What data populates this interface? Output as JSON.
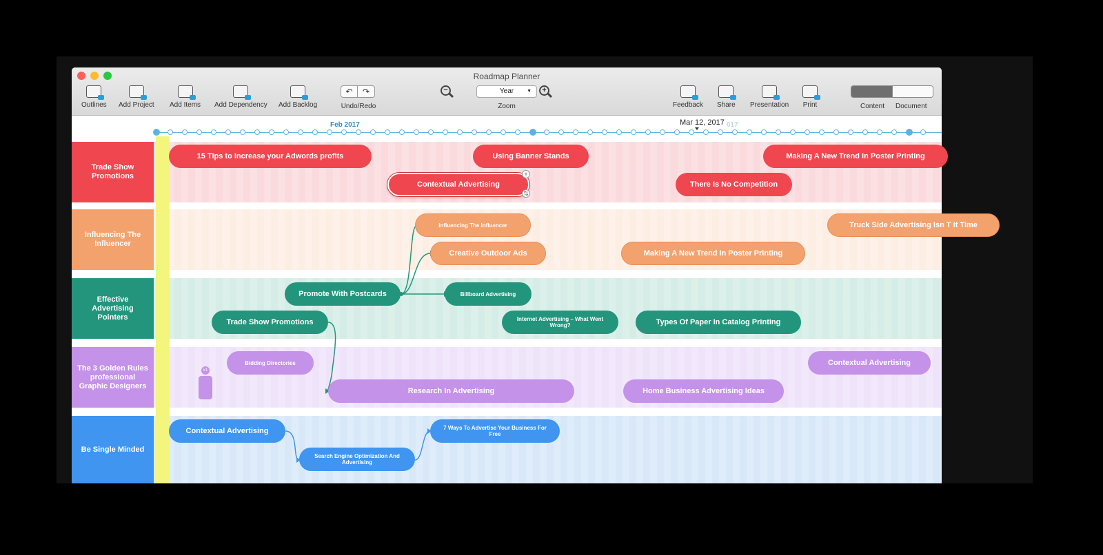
{
  "window": {
    "title": "Roadmap Planner"
  },
  "toolbar": {
    "outlines": "Outlines",
    "add_project": "Add Project",
    "add_items": "Add Items",
    "add_dependency": "Add Dependency",
    "add_backlog": "Add Backlog",
    "undo_redo": "Undo/Redo",
    "zoom_value": "Year",
    "zoom_label": "Zoom",
    "feedback": "Feedback",
    "share": "Share",
    "presentation": "Presentation",
    "print": "Print",
    "content": "Content",
    "document": "Document"
  },
  "timeline": {
    "month": "Feb 2017",
    "ghost_month": "017",
    "current_date": "Mar 12, 2017"
  },
  "lanes": [
    {
      "name": "Trade Show Promotions",
      "color": "#ef4650",
      "body_color": "#fadadd"
    },
    {
      "name": "Influencing The Influencer",
      "color": "#f3a26e",
      "body_color": "#fdeee4"
    },
    {
      "name": "Effective Advertising Pointers",
      "color": "#23957c",
      "body_color": "#d5ede6"
    },
    {
      "name": "The 3 Golden Rules professional Graphic Designers",
      "color": "#c492e8",
      "body_color": "#efe3fa"
    },
    {
      "name": "Be Single Minded",
      "color": "#3f95ef",
      "body_color": "#d8e8f9"
    }
  ],
  "items": {
    "r1": "15 Tips to increase your Adwords profits",
    "r2": "Using Banner Stands",
    "r3": "Making A New Trend In Poster Printing",
    "r4": "Contextual Advertising",
    "r5": "There Is No Competition",
    "o1": "Influencing The Influencer",
    "o2": "Truck Side Advertising Isn T It Time",
    "o3": "Creative Outdoor Ads",
    "o4": "Making A New Trend In Poster Printing",
    "t1": "Promote With Postcards",
    "t2": "Billboard Advertising",
    "t3": "Trade Show Promotions",
    "t4": "Internet Advertising – What Went Wrong?",
    "t5": "Types Of Paper In Catalog Printing",
    "v1": "Bidding Directories",
    "v2": "Contextual Advertising",
    "v3": "Research In Advertising",
    "v4": "Home Business Advertising Ideas",
    "b1": "Contextual Advertising",
    "b2": "7 Ways To Advertise Your Business For Free",
    "b3": "Search Engine Optimization And Advertising"
  },
  "person_badge": "#1"
}
